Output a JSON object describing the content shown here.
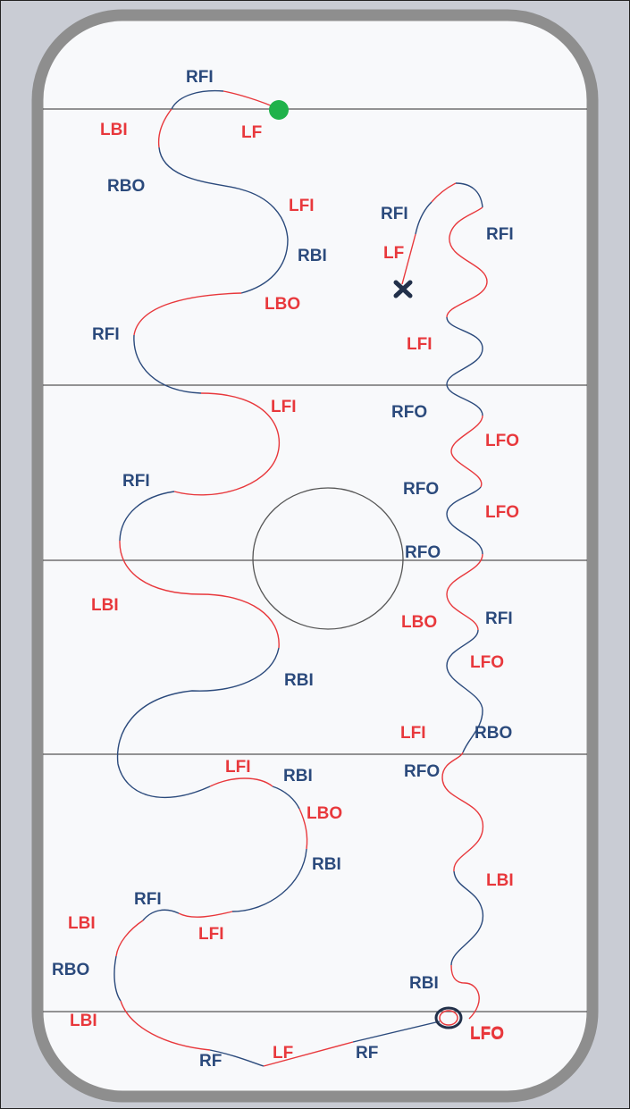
{
  "colors": {
    "background": "#c9ccd4",
    "rink_fill": "#f8f9fb",
    "rink_border": "#8e8e8e",
    "line": "#555555",
    "right_foot": "#2b4a7c",
    "left_foot": "#e8383c",
    "start_dot": "#1fb24a",
    "end_mark": "#22304a",
    "circle": "#555555"
  },
  "rink": {
    "markers": {
      "start": "start-dot",
      "end": "end-x"
    }
  },
  "labels": [
    {
      "id": "l1",
      "text": "RFI",
      "foot": "R"
    },
    {
      "id": "l2",
      "text": "LBI",
      "foot": "L"
    },
    {
      "id": "l3",
      "text": "LF",
      "foot": "L"
    },
    {
      "id": "l4",
      "text": "RBO",
      "foot": "R"
    },
    {
      "id": "l5",
      "text": "LFI",
      "foot": "L"
    },
    {
      "id": "l6",
      "text": "RBI",
      "foot": "R"
    },
    {
      "id": "l7",
      "text": "LBO",
      "foot": "L"
    },
    {
      "id": "l8",
      "text": "RFI",
      "foot": "R"
    },
    {
      "id": "l9",
      "text": "LFI",
      "foot": "L"
    },
    {
      "id": "l10",
      "text": "RFI",
      "foot": "R"
    },
    {
      "id": "l11",
      "text": "LBI",
      "foot": "L"
    },
    {
      "id": "l12",
      "text": "RBI",
      "foot": "R"
    },
    {
      "id": "l13",
      "text": "LFI",
      "foot": "L"
    },
    {
      "id": "l14",
      "text": "RBI",
      "foot": "R"
    },
    {
      "id": "l15",
      "text": "LBO",
      "foot": "L"
    },
    {
      "id": "l16",
      "text": "RBI",
      "foot": "R"
    },
    {
      "id": "l17",
      "text": "RFI",
      "foot": "R"
    },
    {
      "id": "l18",
      "text": "LBI",
      "foot": "L"
    },
    {
      "id": "l19",
      "text": "LFI",
      "foot": "L"
    },
    {
      "id": "l20",
      "text": "RBO",
      "foot": "R"
    },
    {
      "id": "l21",
      "text": "LBI",
      "foot": "L"
    },
    {
      "id": "l22",
      "text": "RF",
      "foot": "R"
    },
    {
      "id": "l23",
      "text": "LF",
      "foot": "L"
    },
    {
      "id": "l24",
      "text": "RF",
      "foot": "R"
    },
    {
      "id": "l25",
      "text": "LFO",
      "foot": "L"
    },
    {
      "id": "l26",
      "text": "RFI",
      "foot": "R"
    },
    {
      "id": "l27",
      "text": "RFI",
      "foot": "R"
    },
    {
      "id": "l28",
      "text": "LF",
      "foot": "L"
    },
    {
      "id": "l29",
      "text": "LFI",
      "foot": "L"
    },
    {
      "id": "l30",
      "text": "RFO",
      "foot": "R"
    },
    {
      "id": "l31",
      "text": "LFO",
      "foot": "L"
    },
    {
      "id": "l32",
      "text": "RFO",
      "foot": "R"
    },
    {
      "id": "l33",
      "text": "LFO",
      "foot": "L"
    },
    {
      "id": "l34",
      "text": "RFO",
      "foot": "R"
    },
    {
      "id": "l35",
      "text": "LBO",
      "foot": "L"
    },
    {
      "id": "l36",
      "text": "RFI",
      "foot": "R"
    },
    {
      "id": "l37",
      "text": "LFO",
      "foot": "L"
    },
    {
      "id": "l38",
      "text": "LFI",
      "foot": "L"
    },
    {
      "id": "l39",
      "text": "RBO",
      "foot": "R"
    },
    {
      "id": "l40",
      "text": "RFO",
      "foot": "R"
    },
    {
      "id": "l41",
      "text": "LBI",
      "foot": "L"
    },
    {
      "id": "l42",
      "text": "RBI",
      "foot": "R"
    },
    {
      "id": "l43",
      "text": "LFO",
      "foot": "L"
    }
  ]
}
